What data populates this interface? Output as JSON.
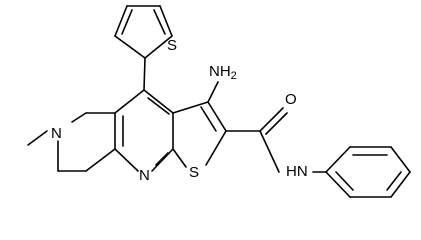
{
  "diagram": {
    "type": "chemical-structure",
    "atoms": {
      "sulfur_thiophene": "S",
      "amino": "NH",
      "amino_subscript": "2",
      "amide_oxygen": "O",
      "amide_nitrogen": "HN",
      "pyridine_nitrogen": "N",
      "thienopyridine_sulfur": "S",
      "methyl_nitrogen": "N"
    }
  }
}
